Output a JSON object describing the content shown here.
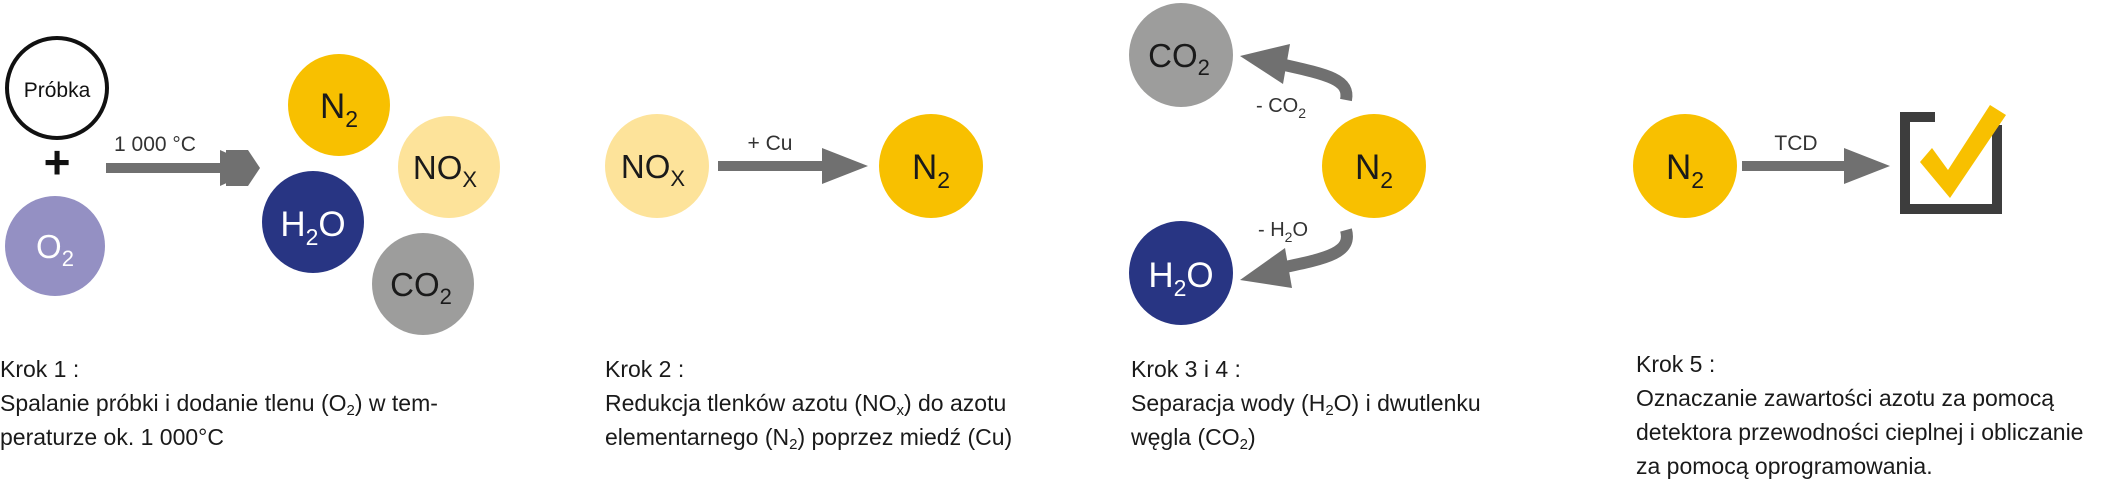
{
  "colors": {
    "nitrogen": "#f8c000",
    "nitrogen_oxide": "#fde39a",
    "water": "#283583",
    "carbon_dioxide": "#9d9d9c",
    "oxygen": "#9490c3",
    "arrow": "#707070",
    "checkbox": "#3d3d3d",
    "check": "#f8c000"
  },
  "molecules": {
    "sample": "Próbka",
    "plus": "+",
    "n2": {
      "base": "N",
      "sub": "2"
    },
    "nox": {
      "base": "NO",
      "sub": "X"
    },
    "h2o": {
      "pre": "H",
      "sub": "2",
      "post": "O"
    },
    "co2": {
      "base": "CO",
      "sub": "2"
    },
    "o2": {
      "base": "O",
      "sub": "2"
    }
  },
  "arrow_labels": {
    "step1": "1 000 °C",
    "step2": "+ Cu",
    "minus_co2": {
      "base": "- CO",
      "sub": "2"
    },
    "minus_h2o": {
      "pre": "- H",
      "sub": "2",
      "post": "O"
    },
    "step5": "TCD"
  },
  "icons": {
    "check": "checkbox-check-icon"
  },
  "steps": [
    {
      "title": "Krok 1 :",
      "lines": [
        {
          "a": "Spalanie próbki i dodanie tlenu (O",
          "sub": "2",
          "b": ") w tem-"
        },
        {
          "a": "peraturze ok. 1 000°C"
        }
      ]
    },
    {
      "title": "Krok 2 :",
      "lines": [
        {
          "a": "Redukcja tlenków azotu (NO",
          "sub": "x",
          "b": ") do azotu"
        },
        {
          "a": "elementarnego (N",
          "sub": "2",
          "b": ") poprzez miedź (Cu)"
        }
      ]
    },
    {
      "title": "Krok 3 i 4 :",
      "lines": [
        {
          "a": "Separacja wody (H",
          "sub": "2",
          "b": "O) i dwutlenku"
        },
        {
          "a": "węgla (CO",
          "sub": "2",
          "b": ")"
        }
      ]
    },
    {
      "title": "Krok 5 :",
      "lines": [
        {
          "a": "Oznaczanie zawartości azotu za pomocą"
        },
        {
          "a": "detektora przewodności cieplnej i obliczanie"
        },
        {
          "a": "za pomocą oprogramowania."
        }
      ]
    }
  ]
}
